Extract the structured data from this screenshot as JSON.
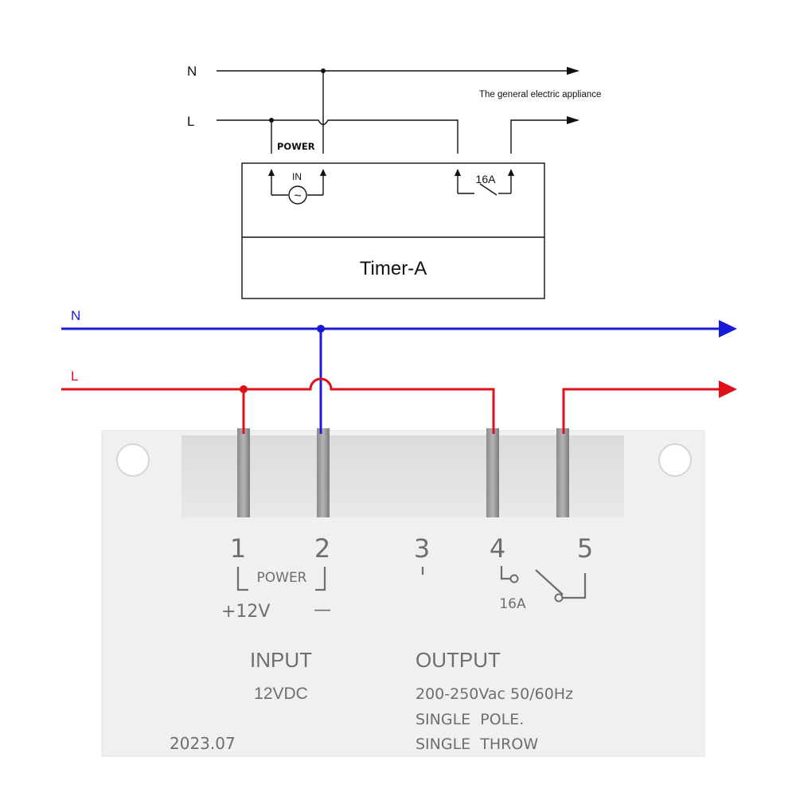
{
  "colors": {
    "neutral_wire": "#1a1ad6",
    "live_wire": "#e0101a",
    "schematic_line": "#111111",
    "device_body": "#f0f0f0",
    "device_text": "#6e6e6e"
  },
  "schematic": {
    "neutral_label": "N",
    "live_label": "L",
    "appliance_label": "The general electric appliance",
    "power_label": "POWER",
    "in_label": "IN",
    "ac_symbol": "~",
    "relay_rating": "16A",
    "timer_name": "Timer-A"
  },
  "wiring": {
    "neutral_label": "N",
    "live_label": "L"
  },
  "device": {
    "terminals": [
      "1",
      "2",
      "3",
      "4",
      "5"
    ],
    "power_label": "POWER",
    "plus_label": "+12V",
    "minus_label": "—",
    "relay_rating": "16A",
    "input_heading": "INPUT",
    "input_spec": "12VDC",
    "output_heading": "OUTPUT",
    "output_lines": [
      "200-250Vac 50/60Hz",
      "SINGLE  POLE.",
      "SINGLE  THROW"
    ],
    "date_code": "2023.07"
  }
}
